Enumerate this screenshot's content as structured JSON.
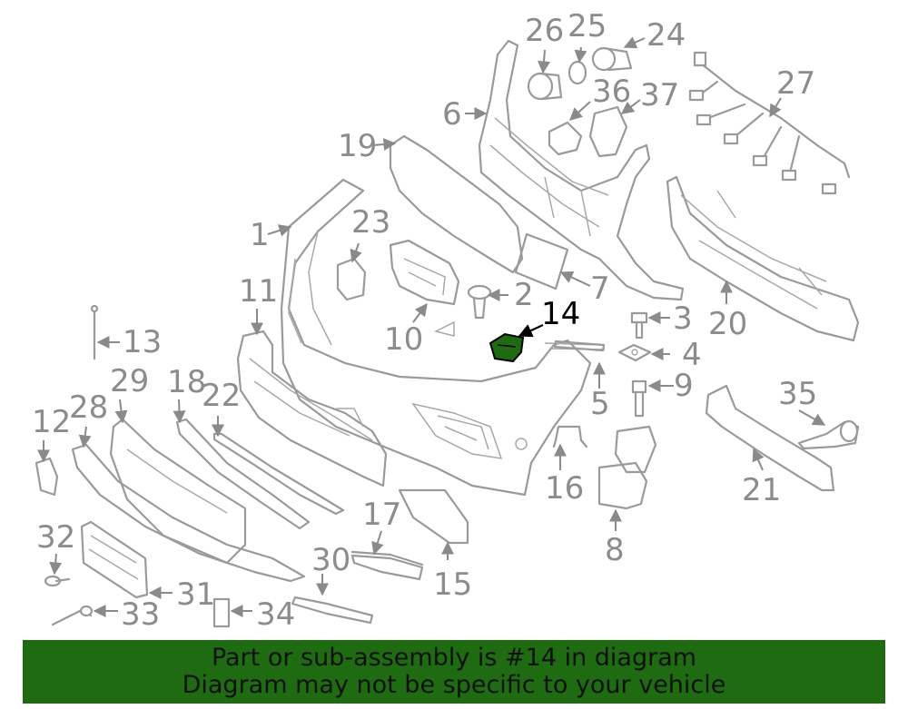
{
  "diagram": {
    "highlight_part": "14",
    "colors": {
      "part_stroke": "#9a9a9a",
      "highlight_fill": "#1e6b12",
      "callout_text": "#8c8c8c",
      "highlight_text": "#000000"
    },
    "callouts": [
      "1",
      "2",
      "3",
      "4",
      "5",
      "6",
      "7",
      "8",
      "9",
      "10",
      "11",
      "12",
      "13",
      "14",
      "15",
      "16",
      "17",
      "18",
      "19",
      "20",
      "21",
      "22",
      "23",
      "24",
      "25",
      "26",
      "27",
      "28",
      "29",
      "30",
      "31",
      "32",
      "33",
      "34",
      "35",
      "36",
      "37"
    ]
  },
  "banner": {
    "line1": "Part or sub-assembly is #14 in diagram",
    "line2": "Diagram may not be specific to your vehicle",
    "color": "#1e6b12"
  }
}
